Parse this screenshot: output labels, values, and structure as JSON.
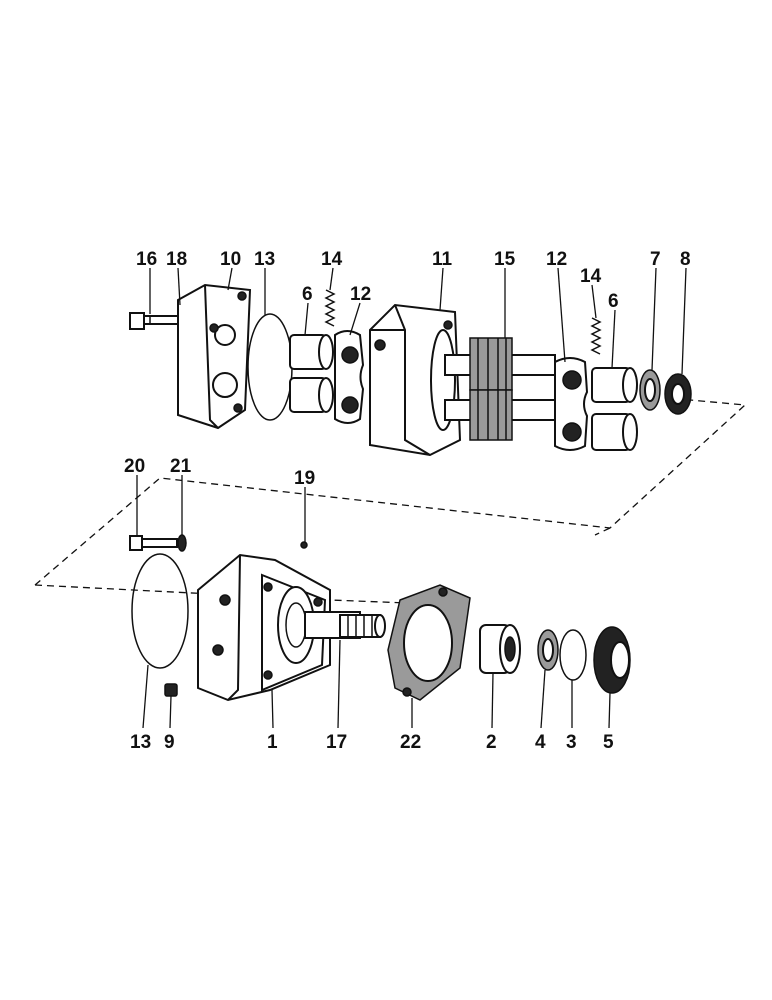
{
  "diagram": {
    "callouts": {
      "c16": "16",
      "c18": "18",
      "c10": "10",
      "c13a": "13",
      "c14a": "14",
      "c6a": "6",
      "c12a": "12",
      "c11": "11",
      "c15": "15",
      "c12b": "12",
      "c14b": "14",
      "c6b": "6",
      "c7": "7",
      "c8": "8",
      "c20": "20",
      "c21": "21",
      "c19": "19",
      "c13b": "13",
      "c9": "9",
      "c1": "1",
      "c17": "17",
      "c22": "22",
      "c2": "2",
      "c4": "4",
      "c3": "3",
      "c5": "5"
    },
    "colors": {
      "ink": "#111111",
      "background": "#ffffff",
      "shade": "#9a9a9a"
    }
  }
}
